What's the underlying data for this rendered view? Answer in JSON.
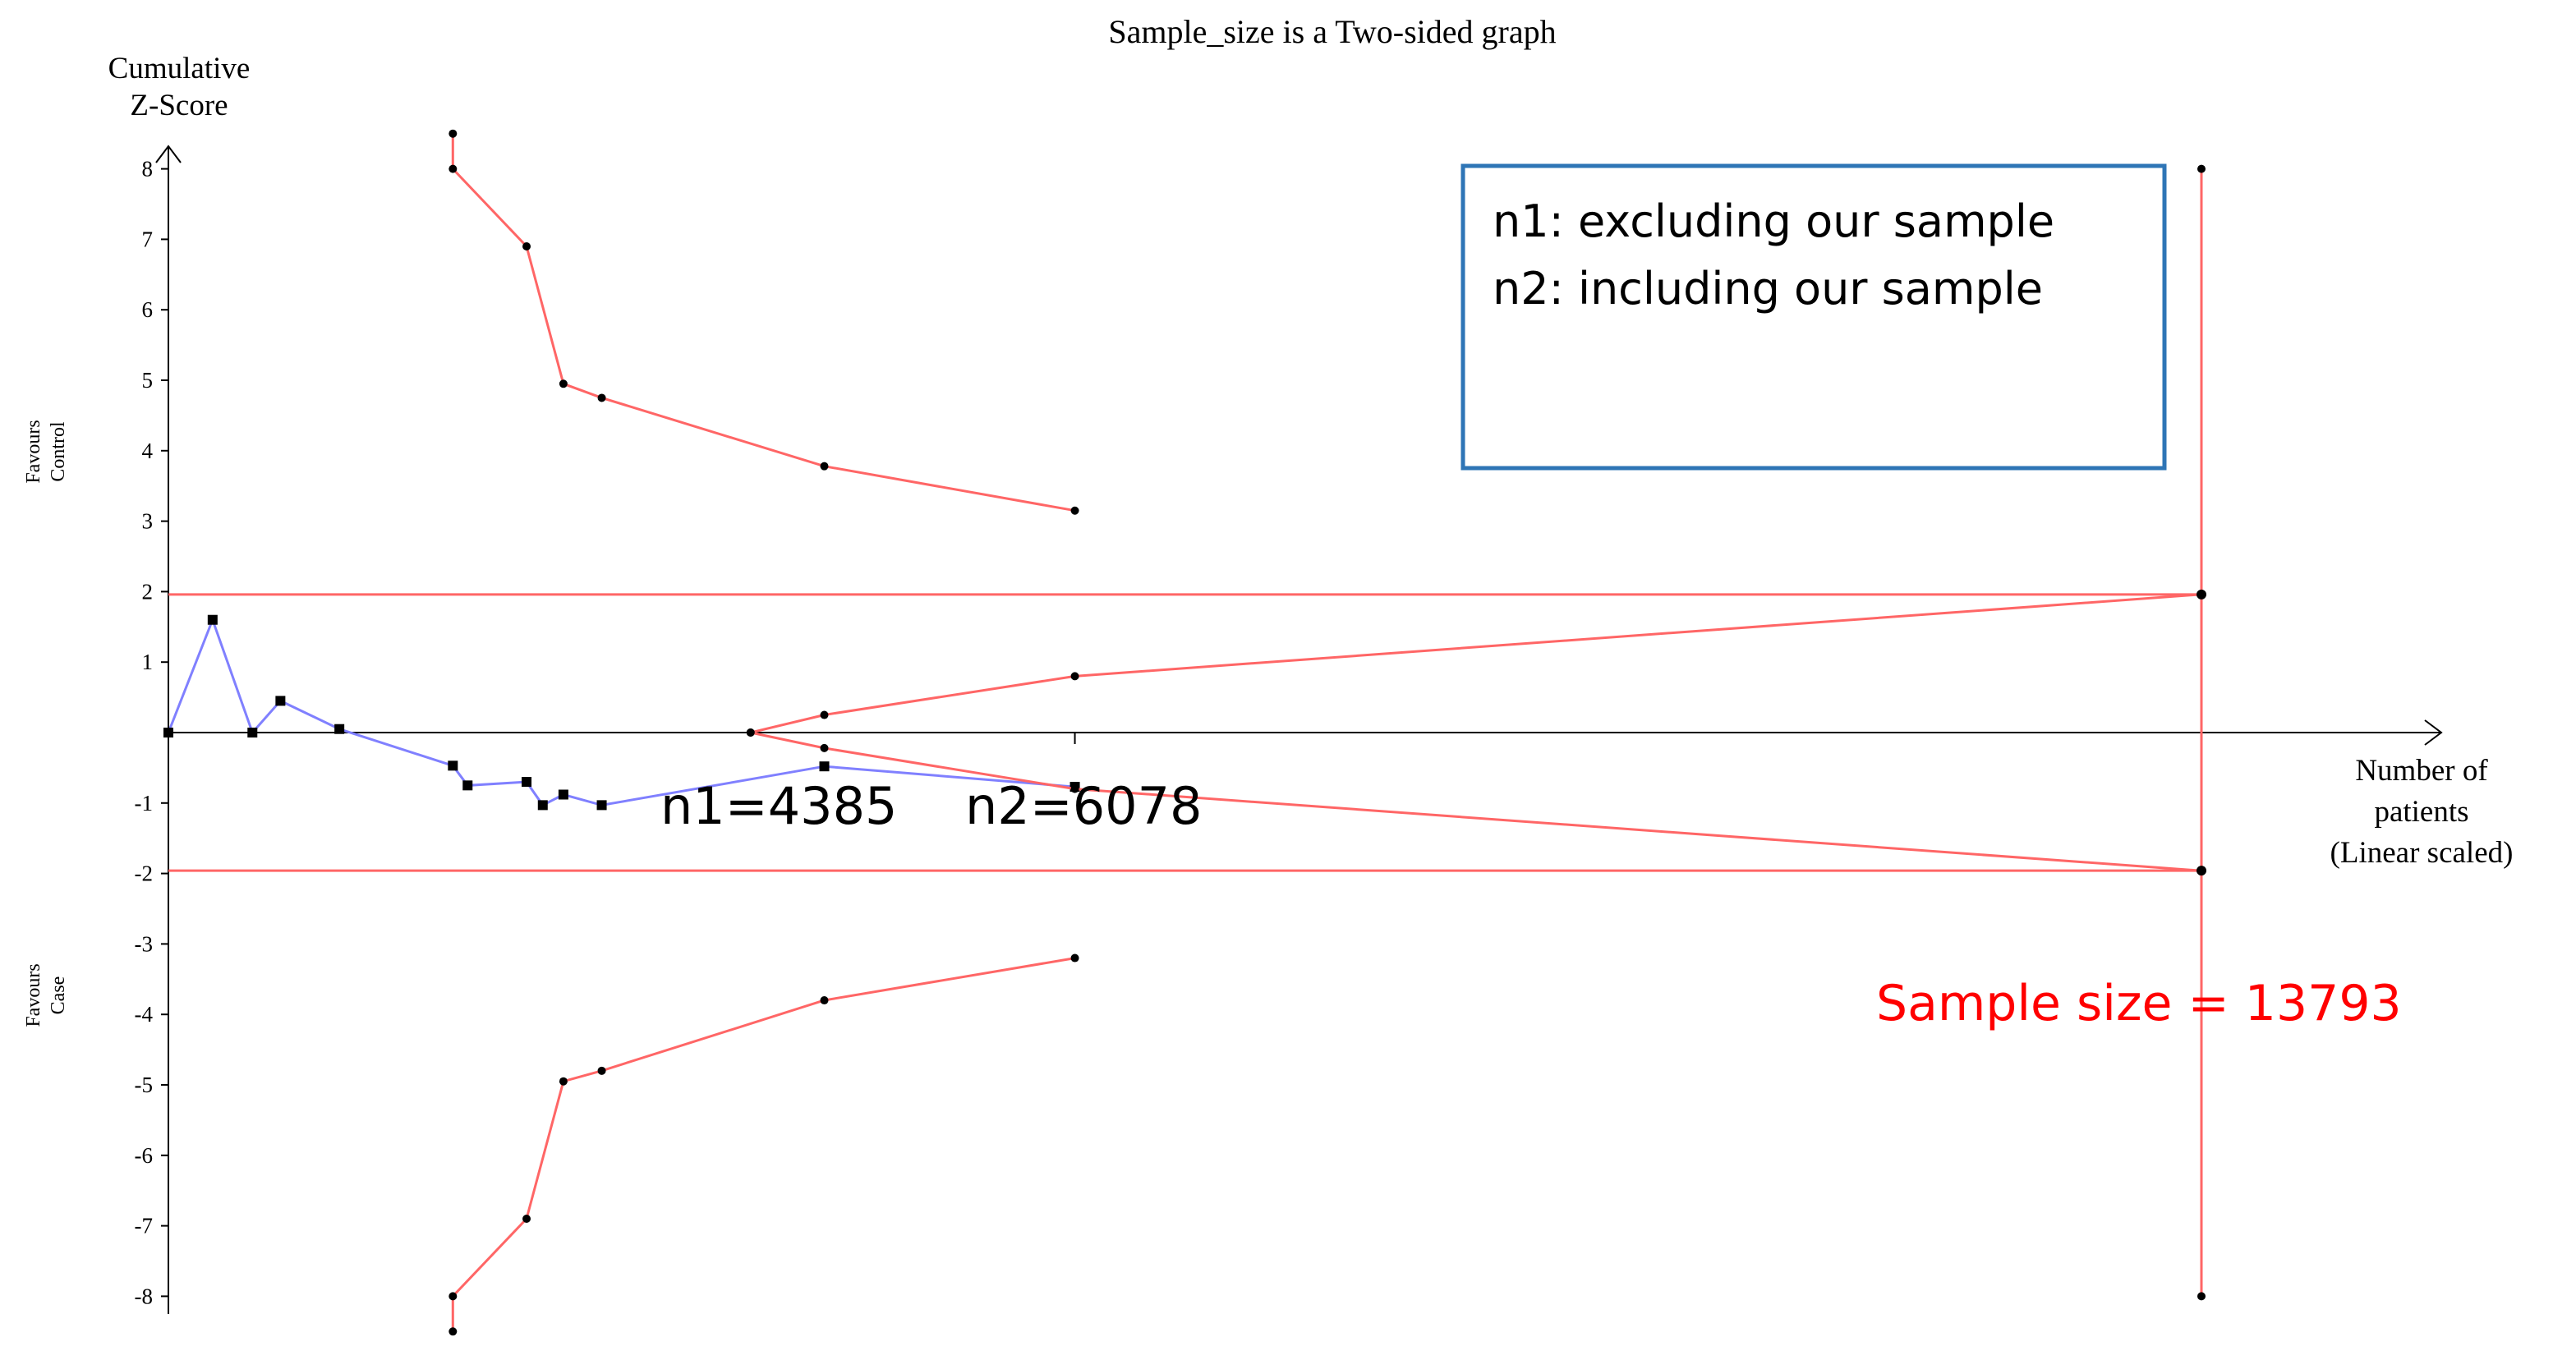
{
  "chart_data": {
    "type": "line",
    "title": "Sample_size is a Two-sided graph",
    "ylabel": [
      "Cumulative",
      "Z-Score"
    ],
    "xlabel": [
      "Number of",
      "patients",
      "(Linear scaled)"
    ],
    "ylim": [
      -8,
      8
    ],
    "xlim": [
      0,
      13793
    ],
    "yticks": [
      8,
      7,
      6,
      5,
      4,
      3,
      2,
      1,
      -1,
      -2,
      -3,
      -4,
      -5,
      -6,
      -7,
      -8
    ],
    "side_labels": {
      "upper": [
        "Favours",
        "Control"
      ],
      "lower": [
        "Favours",
        "Case"
      ]
    },
    "conventional_boundary": 1.96,
    "series": [
      {
        "role": "cumulative-z",
        "color": "#8080ff",
        "points": [
          [
            0,
            0
          ],
          [
            300,
            1.6
          ],
          [
            570,
            0
          ],
          [
            760,
            0.45
          ],
          [
            1160,
            0.05
          ],
          [
            1930,
            -0.47
          ],
          [
            2030,
            -0.75
          ],
          [
            2430,
            -0.7
          ],
          [
            2540,
            -1.03
          ],
          [
            2680,
            -0.88
          ],
          [
            2940,
            -1.03
          ],
          [
            4450,
            -0.48
          ],
          [
            6150,
            -0.77
          ]
        ]
      },
      {
        "role": "upper-monitoring-boundary",
        "color": "#ff6666",
        "points": [
          [
            1930,
            8.5
          ],
          [
            1930,
            8
          ],
          [
            2430,
            6.9
          ],
          [
            2680,
            4.95
          ],
          [
            2940,
            4.75
          ],
          [
            4450,
            3.78
          ],
          [
            6150,
            3.15
          ]
        ]
      },
      {
        "role": "lower-monitoring-boundary",
        "color": "#ff6666",
        "points": [
          [
            1930,
            -8.5
          ],
          [
            1930,
            -8
          ],
          [
            2430,
            -6.9
          ],
          [
            2680,
            -4.95
          ],
          [
            2940,
            -4.8
          ],
          [
            4450,
            -3.8
          ],
          [
            6150,
            -3.2
          ]
        ]
      },
      {
        "role": "upper-futility-boundary",
        "color": "#ff6666",
        "points": [
          [
            3950,
            0
          ],
          [
            4450,
            0.25
          ],
          [
            6150,
            0.8
          ],
          [
            13793,
            1.96
          ]
        ]
      },
      {
        "role": "lower-futility-boundary",
        "color": "#ff6666",
        "points": [
          [
            3950,
            0
          ],
          [
            4450,
            -0.22
          ],
          [
            6150,
            -0.8
          ],
          [
            13793,
            -1.96
          ]
        ]
      }
    ],
    "required_sample_line": {
      "x": 13793,
      "y": [
        -8,
        8
      ]
    },
    "annotations": {
      "n1": "n1=4385",
      "n2": "n2=6078",
      "sample_size": "Sample size = 13793",
      "legend_lines": [
        "n1: excluding our sample",
        "n2: including our sample"
      ]
    },
    "colors": {
      "boundary": "#ff6666",
      "z_curve": "#8080ff",
      "legend_border": "#2e75b6",
      "sample_text": "#ff0000"
    },
    "grid": false
  }
}
